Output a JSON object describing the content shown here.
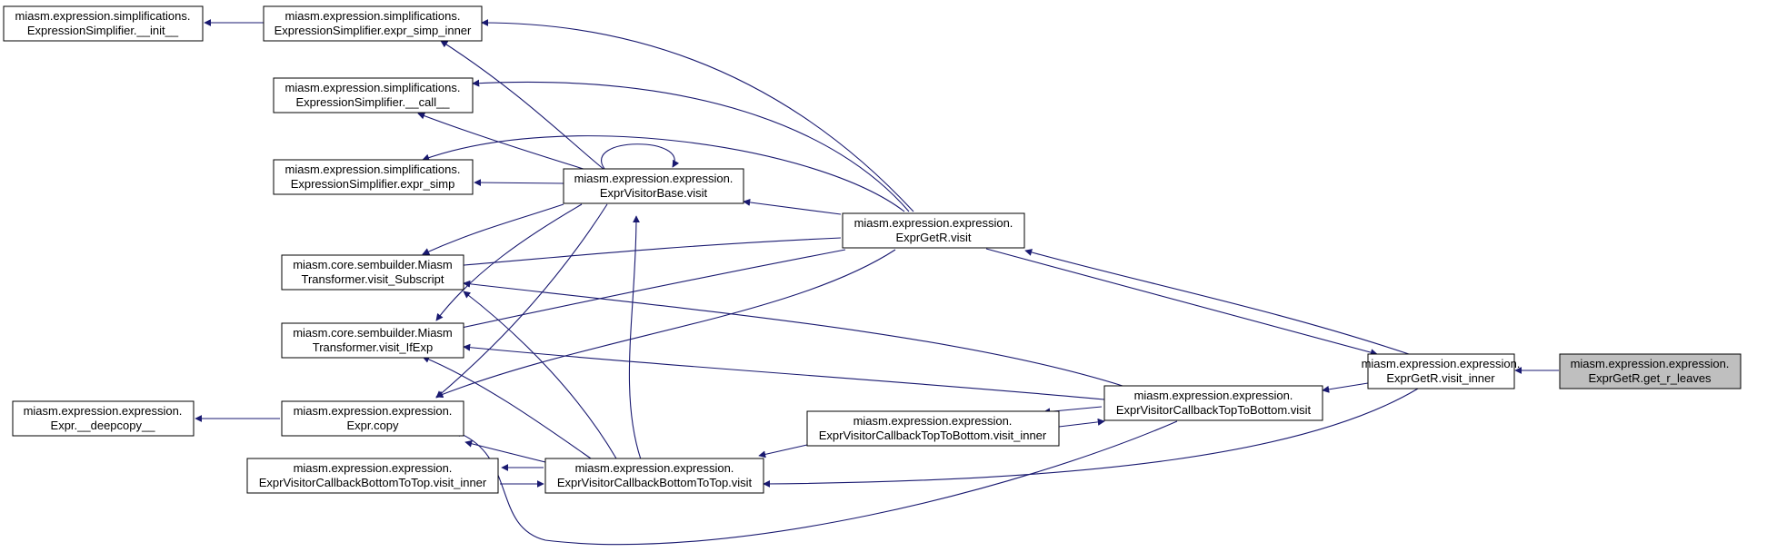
{
  "colors": {
    "edge": "#191970",
    "node_border": "#000000",
    "highlight_fill": "#bfbfbf",
    "background": "#ffffff"
  },
  "nodes": [
    {
      "id": "simp_init",
      "lines": [
        "miasm.expression.simplifications.",
        "ExpressionSimplifier.__init__"
      ]
    },
    {
      "id": "simp_expr_simp_inner",
      "lines": [
        "miasm.expression.simplifications.",
        "ExpressionSimplifier.expr_simp_inner"
      ]
    },
    {
      "id": "simp_call",
      "lines": [
        "miasm.expression.simplifications.",
        "ExpressionSimplifier.__call__"
      ]
    },
    {
      "id": "simp_expr_simp",
      "lines": [
        "miasm.expression.simplifications.",
        "ExpressionSimplifier.expr_simp"
      ]
    },
    {
      "id": "visit_subscript",
      "lines": [
        "miasm.core.sembuilder.Miasm",
        "Transformer.visit_Subscript"
      ]
    },
    {
      "id": "visit_ifexp",
      "lines": [
        "miasm.core.sembuilder.Miasm",
        "Transformer.visit_IfExp"
      ]
    },
    {
      "id": "expr_deepcopy",
      "lines": [
        "miasm.expression.expression.",
        "Expr.__deepcopy__"
      ]
    },
    {
      "id": "expr_copy",
      "lines": [
        "miasm.expression.expression.",
        "Expr.copy"
      ]
    },
    {
      "id": "bt_visit_inner",
      "lines": [
        "miasm.expression.expression.",
        "ExprVisitorCallbackBottomToTop.visit_inner"
      ]
    },
    {
      "id": "visitorbase_visit",
      "lines": [
        "miasm.expression.expression.",
        "ExprVisitorBase.visit"
      ]
    },
    {
      "id": "bt_visit",
      "lines": [
        "miasm.expression.expression.",
        "ExprVisitorCallbackBottomToTop.visit"
      ]
    },
    {
      "id": "getr_visit",
      "lines": [
        "miasm.expression.expression.",
        "ExprGetR.visit"
      ]
    },
    {
      "id": "tb_visit_inner",
      "lines": [
        "miasm.expression.expression.",
        "ExprVisitorCallbackTopToBottom.visit_inner"
      ]
    },
    {
      "id": "tb_visit",
      "lines": [
        "miasm.expression.expression.",
        "ExprVisitorCallbackTopToBottom.visit"
      ]
    },
    {
      "id": "getr_visit_inner",
      "lines": [
        "miasm.expression.expression.",
        "ExprGetR.visit_inner"
      ]
    },
    {
      "id": "getr_get_r_leaves",
      "lines": [
        "miasm.expression.expression.",
        "ExprGetR.get_r_leaves"
      ],
      "highlight": true
    }
  ]
}
